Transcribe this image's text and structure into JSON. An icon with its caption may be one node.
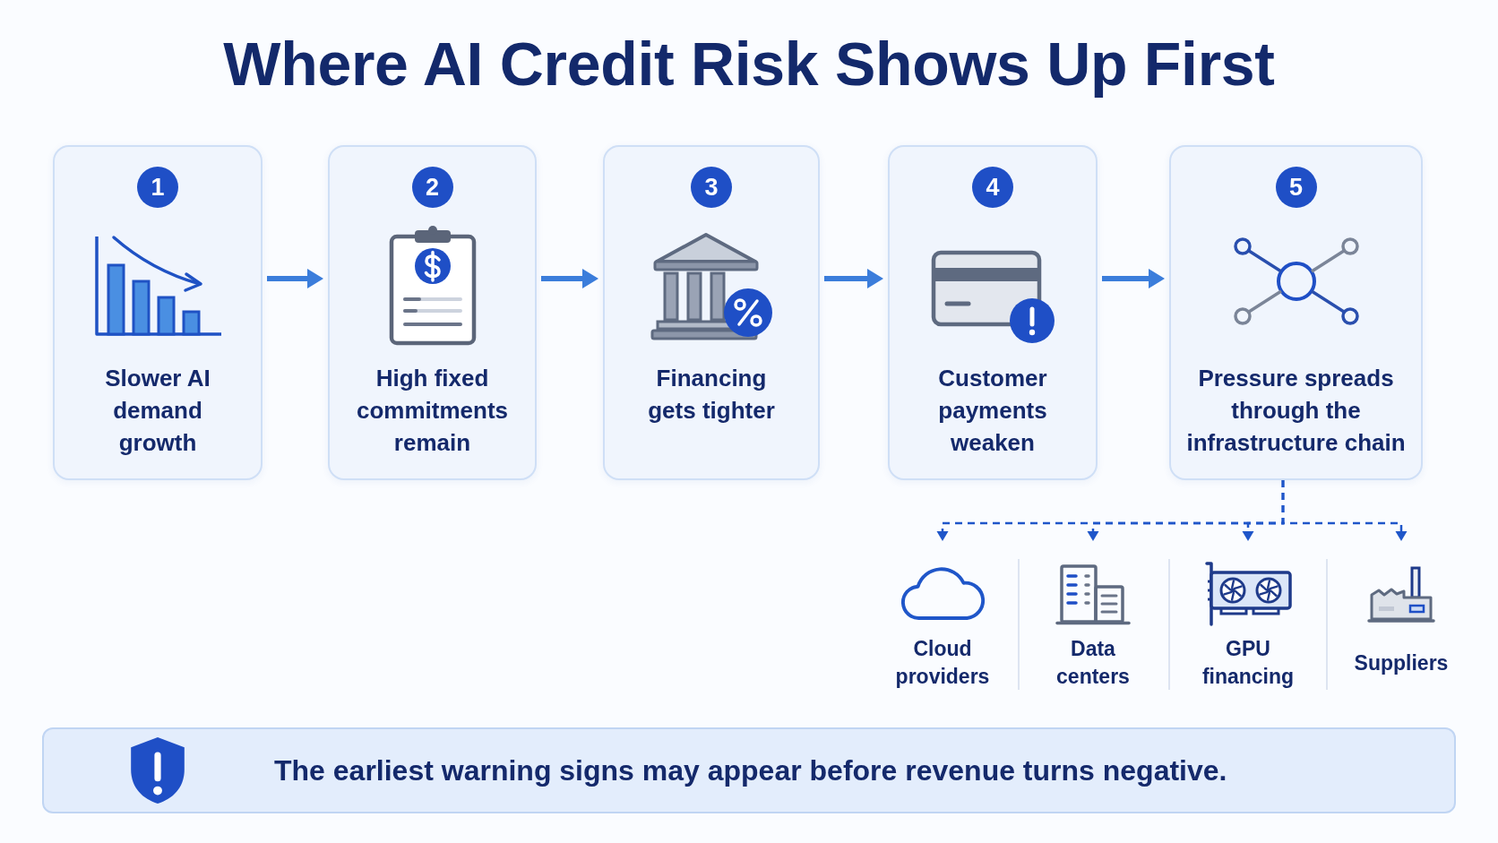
{
  "diagram": {
    "title": "Where AI Credit Risk Shows Up First",
    "nodes": [
      {
        "text": [
          "1",
          "Slower AI demand growth"
        ]
      },
      {
        "text": [
          "2",
          "High fixed commitments remain"
        ]
      },
      {
        "text": [
          "3",
          "Financing gets tighter"
        ]
      },
      {
        "text": [
          "4",
          "Customer payments weaken"
        ]
      },
      {
        "text": [
          "5",
          "Pressure spreads through the infrastructure chain"
        ]
      },
      {
        "text": [
          "Cloud providers"
        ]
      },
      {
        "text": [
          "Data centers"
        ]
      },
      {
        "text": [
          "GPU financing"
        ]
      },
      {
        "text": [
          "Suppliers"
        ]
      },
      {
        "text": [
          "The earliest warning signs may appear before revenue turns negative."
        ]
      }
    ],
    "edges": [
      {
        "from": 0,
        "to": 1,
        "arrow": "to",
        "style": "thick"
      },
      {
        "from": 1,
        "to": 2,
        "arrow": "to",
        "style": "thick"
      },
      {
        "from": 2,
        "to": 3,
        "arrow": "to",
        "style": "thick"
      },
      {
        "from": 3,
        "to": 4,
        "arrow": "to",
        "style": "thick"
      },
      {
        "from": 4,
        "to": 5,
        "arrow": "to",
        "style": "dashed",
        "color": "#1f56c9"
      },
      {
        "from": 4,
        "to": 6,
        "arrow": "to",
        "style": "dashed",
        "color": "#1f56c9"
      },
      {
        "from": 4,
        "to": 7,
        "arrow": "to",
        "style": "dashed",
        "color": "#1f56c9"
      },
      {
        "from": 4,
        "to": 8,
        "arrow": "to",
        "style": "dashed",
        "color": "#1f56c9"
      }
    ]
  }
}
